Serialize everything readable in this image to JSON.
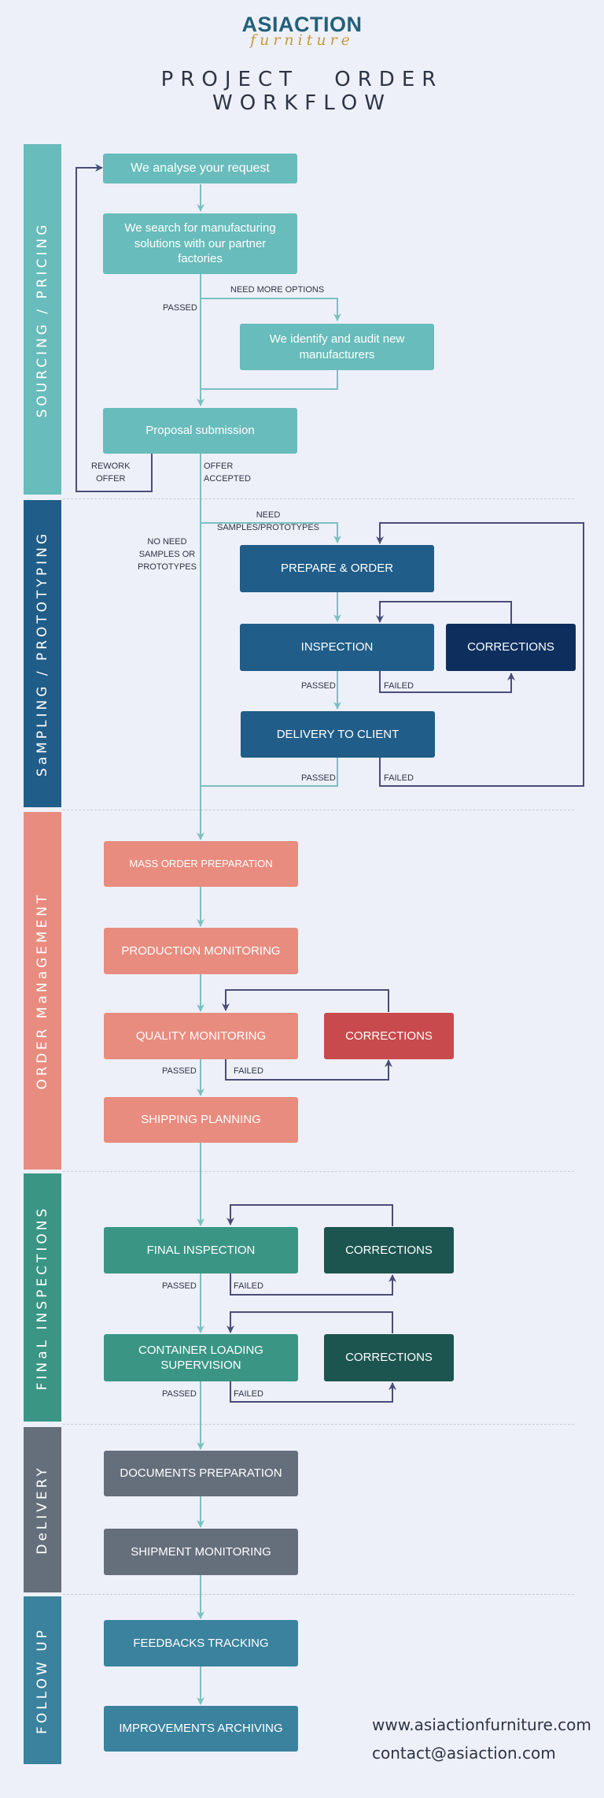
{
  "logo": {
    "name_a": "ASI",
    "name_b": "ACTION",
    "subtitle": "furniture"
  },
  "title": {
    "line1": "PROJECT ORDER",
    "line2": "WORKFLOW"
  },
  "stages": {
    "sourcing": "SOURCING / PRICING",
    "sampling": "SaMPLING / PROTOTYPING",
    "order": "ORDER MaNaGEMENT",
    "final": "FINaL INSPECTIONS",
    "delivery": "DeLIVERY",
    "followup": "FOLLOW UP"
  },
  "steps": {
    "analyse": "We analyse your request",
    "search": "We search for manufacturing solutions with our partner factories",
    "identify": "We identify and audit new manufacturers",
    "proposal": "Proposal submission",
    "prepare": "PREPARE & ORDER",
    "inspection": "INSPECTION",
    "corrections_sampling": "CORRECTIONS",
    "delivery_client": "DELIVERY TO CLIENT",
    "mass_order": "MASS ORDER PREPARATION",
    "production": "PRODUCTION MONITORING",
    "quality": "QUALITY MONITORING",
    "corrections_quality": "CORRECTIONS",
    "shipping": "SHIPPING PLANNING",
    "final_inspection": "FINAL INSPECTION",
    "corrections_final": "CORRECTIONS",
    "container": "CONTAINER LOADING SUPERVISION",
    "corrections_container": "CORRECTIONS",
    "documents": "DOCUMENTS PREPARATION",
    "shipment": "SHIPMENT MONITORING",
    "feedbacks": "FEEDBACKS TRACKING",
    "improvements": "IMPROVEMENTS ARCHIVING"
  },
  "labels": {
    "passed": "PASSED",
    "failed": "FAILED",
    "need_more_options": "NEED MORE OPTIONS",
    "rework_offer_1": "REWORK",
    "rework_offer_2": "OFFER",
    "offer_accepted_1": "OFFER",
    "offer_accepted_2": "ACCEPTED",
    "need_samples_1": "NEED",
    "need_samples_2": "SAMPLES/PROTOTYPES",
    "no_need_1": "NO NEED",
    "no_need_2": "SAMPLES OR",
    "no_need_3": "PROTOTYPES"
  },
  "contact": {
    "website": "www.asiactionfurniture.com",
    "email": "contact@asiaction.com"
  },
  "colors": {
    "sourcing": "#68bcbb",
    "sampling": "#205d88",
    "corrections_dark": "#0e2e5e",
    "order": "#e88c7f",
    "corrections_red": "#c94a4c",
    "final": "#3a9585",
    "corrections_teal": "#1c5450",
    "delivery": "#656f7c",
    "followup": "#3a829d",
    "flow_arrow": "#7cc0c0",
    "loop_arrow": "#4a4c78"
  }
}
